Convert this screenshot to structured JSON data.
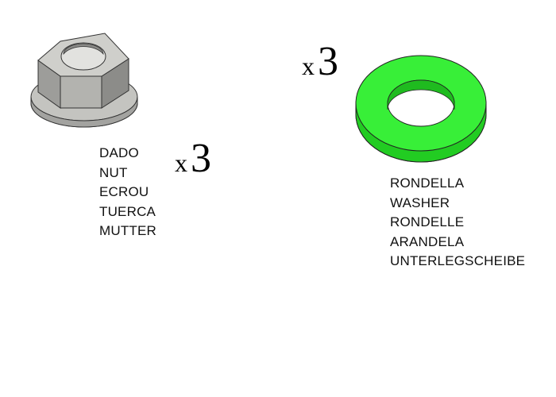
{
  "nut": {
    "icon": "hex-flange-nut-icon",
    "color": "#b8b8b4",
    "quantity_x": "x",
    "quantity_n": "3",
    "labels": [
      "DADO",
      "NUT",
      "ECROU",
      "TUERCA",
      "MUTTER"
    ]
  },
  "washer": {
    "icon": "flat-washer-icon",
    "color": "#33ee33",
    "quantity_x": "x",
    "quantity_n": "3",
    "labels": [
      "RONDELLA",
      "WASHER",
      "RONDELLE",
      "ARANDELA",
      "UNTERLEGSCHEIBE"
    ]
  }
}
